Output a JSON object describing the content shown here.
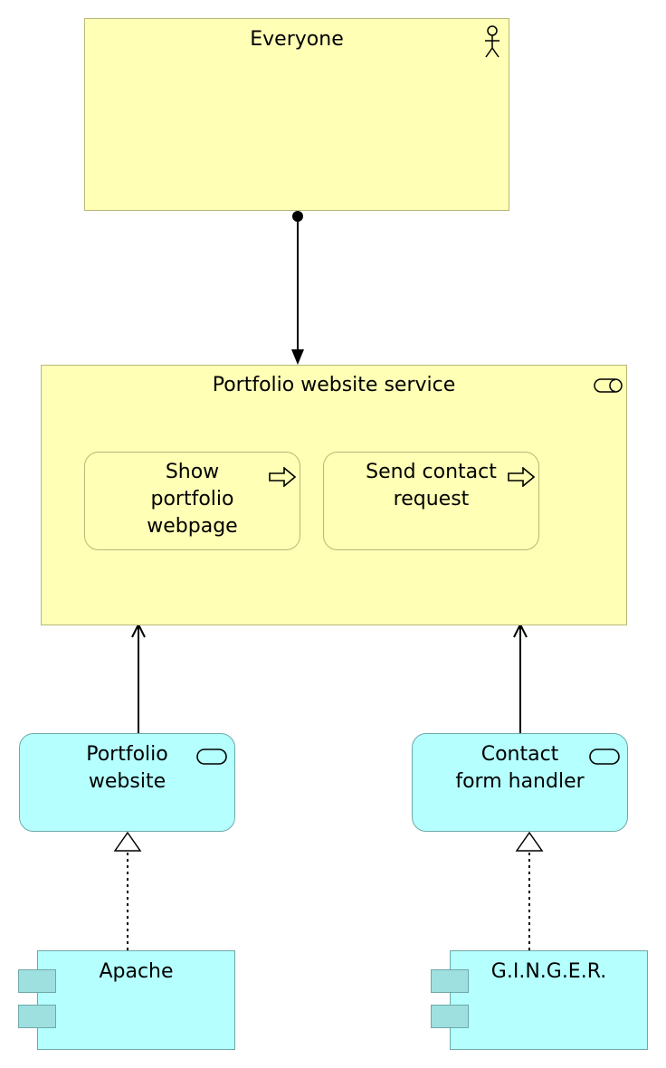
{
  "diagram": {
    "actor": {
      "label": "Everyone",
      "icon": "actor-icon"
    },
    "business_service": {
      "label": "Portfolio website service",
      "icon": "service-icon"
    },
    "processes": [
      {
        "label": "Show\nportfolio\nwebpage",
        "icon": "process-arrow-icon"
      },
      {
        "label": "Send contact\nrequest",
        "icon": "process-arrow-icon"
      }
    ],
    "app_services": [
      {
        "label": "Portfolio\nwebsite",
        "icon": "service-icon"
      },
      {
        "label": "Contact\nform handler",
        "icon": "service-icon"
      }
    ],
    "components": [
      {
        "label": "Apache",
        "icon": "component-icon"
      },
      {
        "label": "G.I.N.G.E.R.",
        "icon": "component-icon"
      }
    ],
    "relations": [
      {
        "from": "Everyone",
        "to": "Portfolio website service",
        "type": "serving-assignment"
      },
      {
        "from": "Portfolio website",
        "to": "Portfolio website service",
        "type": "serving"
      },
      {
        "from": "Contact form handler",
        "to": "Portfolio website service",
        "type": "serving"
      },
      {
        "from": "Apache",
        "to": "Portfolio website",
        "type": "realization"
      },
      {
        "from": "G.I.N.G.E.R.",
        "to": "Contact form handler",
        "type": "realization"
      }
    ],
    "colors": {
      "business": "#ffffb5",
      "business_border": "#b8b87a",
      "application": "#b5ffff",
      "application_border": "#6fa8a8"
    }
  }
}
